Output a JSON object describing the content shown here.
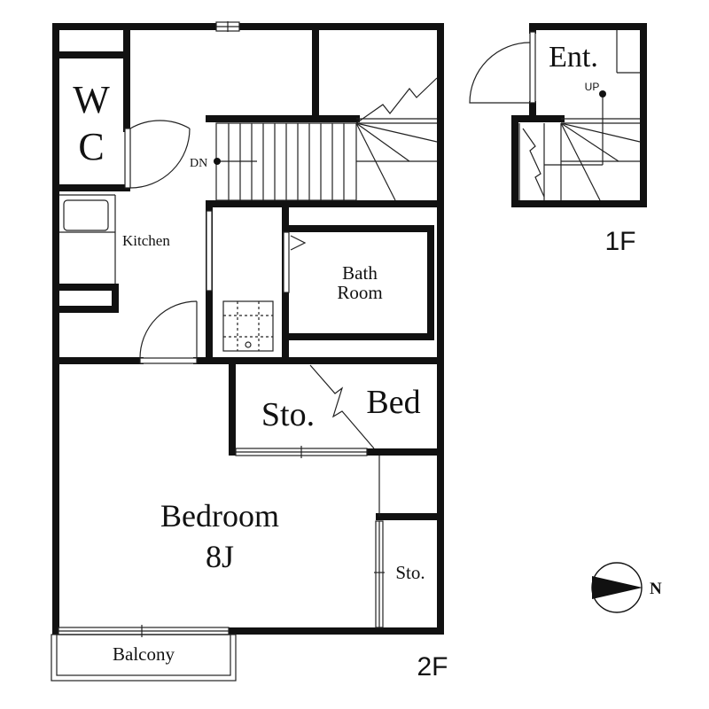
{
  "floor_labels": {
    "upper": "2F",
    "lower": "1F"
  },
  "rooms": {
    "wc_line1": "W",
    "wc_line2": "C",
    "kitchen": "Kitchen",
    "bath_line1": "Bath",
    "bath_line2": "Room",
    "storage_small": "Sto.",
    "bed": "Bed",
    "bedroom_line1": "Bedroom",
    "bedroom_line2": "8J",
    "storage_closet": "Sto.",
    "balcony": "Balcony",
    "entrance": "Ent."
  },
  "stairs": {
    "down": "DN",
    "up": "UP"
  },
  "compass": {
    "north": "N"
  },
  "colors": {
    "wall": "#111111",
    "line": "#222222",
    "background": "#ffffff"
  }
}
